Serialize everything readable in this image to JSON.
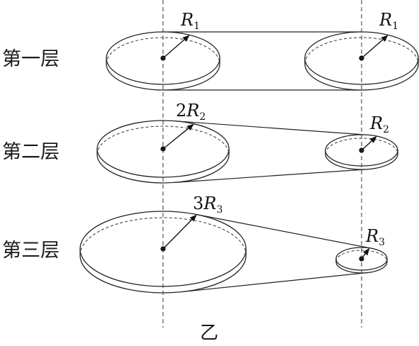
{
  "layers": [
    {
      "label": "第一层",
      "left": {
        "var": "R",
        "sub": "1"
      },
      "right": {
        "var": "R",
        "sub": "1"
      }
    },
    {
      "label": "第二层",
      "left": {
        "coef": "2",
        "var": "R",
        "sub": "2"
      },
      "right": {
        "var": "R",
        "sub": "2"
      }
    },
    {
      "label": "第三层",
      "left": {
        "coef": "3",
        "var": "R",
        "sub": "3"
      },
      "right": {
        "var": "R",
        "sub": "3"
      }
    }
  ],
  "caption": "乙"
}
